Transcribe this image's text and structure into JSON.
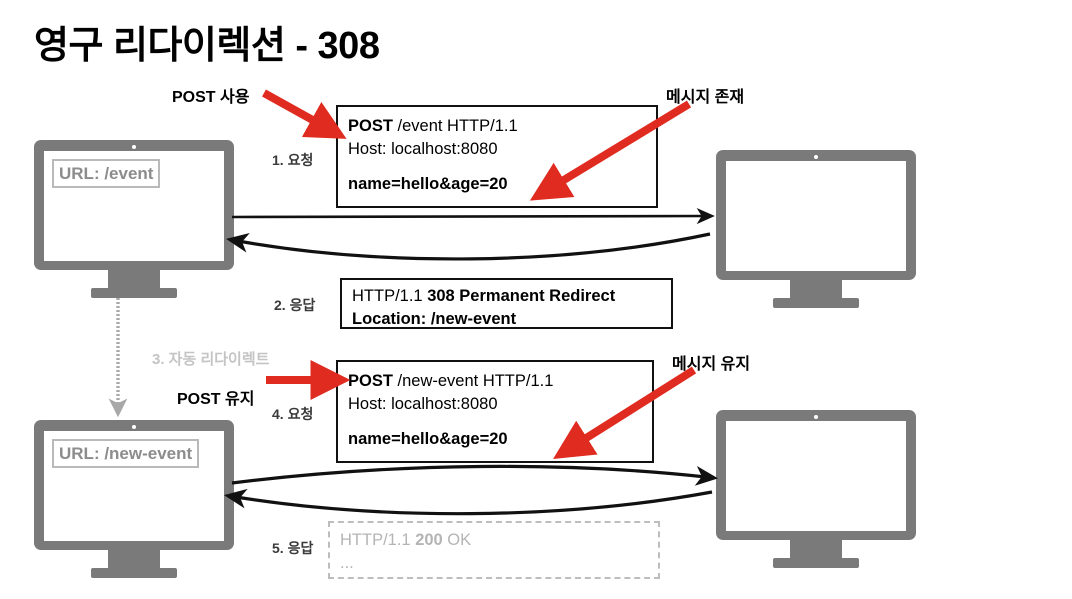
{
  "title": "영구 리다이렉션 - 308",
  "colors": {
    "monitor_gray": "#7a7a7a",
    "url_text_gray": "#8c8c8c",
    "red_arrow": "#e02b20",
    "faded_gray": "#b4b4b4",
    "step_label": "#3a3a3a",
    "step_label_gray": "#c4c4c4",
    "arrow_black": "#111111"
  },
  "client_top": {
    "url_label": "URL: /event"
  },
  "client_bottom": {
    "url_label": "URL: /new-event"
  },
  "server_top": {
    "screen_label": ""
  },
  "server_bottom": {
    "screen_label": ""
  },
  "callouts": {
    "post_usage": "POST 사용",
    "message_exists": "메시지 존재",
    "post_kept": "POST 유지",
    "message_kept": "메시지 유지"
  },
  "steps": {
    "step1": "1. 요청",
    "step2": "2. 응답",
    "step3": "3. 자동 리다이렉트",
    "step4": "4. 요청",
    "step5": "5. 응답"
  },
  "messages": {
    "request1": {
      "line1_bold": "POST",
      "line1_rest": " /event HTTP/1.1",
      "line2": "Host: localhost:8080",
      "line4_bold": "name=hello&age=20"
    },
    "response1": {
      "line1_normal": "HTTP/1.1 ",
      "line1_bold": "308 Permanent Redirect",
      "line2_bold": "Location: /new-event"
    },
    "request2": {
      "line1_bold": "POST",
      "line1_rest": " /new-event HTTP/1.1",
      "line2": "Host: localhost:8080",
      "line4_bold": "name=hello&age=20"
    },
    "response2": {
      "line1_normal": "HTTP/1.1 ",
      "line1_bold": "200",
      "line1_rest": " OK",
      "line2": "..."
    }
  }
}
